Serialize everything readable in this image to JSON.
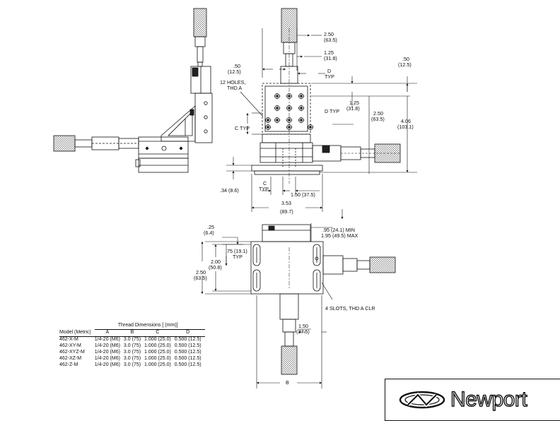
{
  "dimensions": {
    "d_250": "2.50",
    "d_250_mm": "(63.5)",
    "d_125": "1.25",
    "d_125_mm": "(31.8)",
    "d_typ_top": "D",
    "d_typ_top2": "TYP",
    "d_50_left": ".50",
    "d_50_left_mm": "(12.5)",
    "d_50_right": ".50",
    "d_50_right_mm": "(12.5)",
    "holes_1": "12  HOLES,",
    "holes_2": "THD A",
    "d_typ_mid": "D TYP",
    "d_125b": "1.25",
    "d_125b_mm": "(31.8)",
    "c_typ": "C TYP",
    "d_250b": "2.50",
    "d_250b_mm": "(63.5)",
    "d_406": "4.06",
    "d_406_mm": "(103.1)",
    "d_34": ".34 (8.6)",
    "c_bottom": "C",
    "c_bottom_typ": "TYP",
    "d_150": "1.50 (37.5)",
    "d_353": "3.53",
    "d_353_mm": "(89.7)",
    "d_25": ".25",
    "d_25_mm": "(6.4)",
    "d_95": ".95 (24.1) MIN",
    "d_195": "1.95 (49.5) MAX",
    "d_75": ".75 (19.1)",
    "d_75_typ": "TYP",
    "d_200": "2.00",
    "d_200_mm": "(50.8)",
    "d_250c": "2.50",
    "d_250c_mm": "(63.5)",
    "slots": "4 SLOTS, THD A CLR",
    "d_150b": "1.50",
    "d_150b_mm": "(37.5)",
    "b_label": "B"
  },
  "thread_table": {
    "caption": "Thread Dimensions [ (mm)]",
    "headers": [
      "Model (Metric)",
      "A",
      "B",
      "C",
      "D"
    ],
    "rows": [
      [
        "462-X-M",
        "1/4-20 (M6)",
        "3.0 (75)",
        "1.000 (25.0)",
        "0.500 (12.5)"
      ],
      [
        "462-XY-M",
        "1/4-20 (M6)",
        "3.0 (75)",
        "1.000 (25.0)",
        "0.500 (12.5)"
      ],
      [
        "462-XYZ-M",
        "1/4-20 (M6)",
        "3.0 (75)",
        "1.000 (25.0)",
        "0.500 (12.5)"
      ],
      [
        "462-XZ-M",
        "1/4-20 (M6)",
        "3.0 (75)",
        "1.000 (25.0)",
        "0.500 (12.5)"
      ],
      [
        "462-Z-M",
        "1/4-20 (M6)",
        "3.0 (75)",
        "1.000 (25.0)",
        "0.500 (12.5)"
      ]
    ]
  },
  "logo": {
    "text": "Newport"
  }
}
